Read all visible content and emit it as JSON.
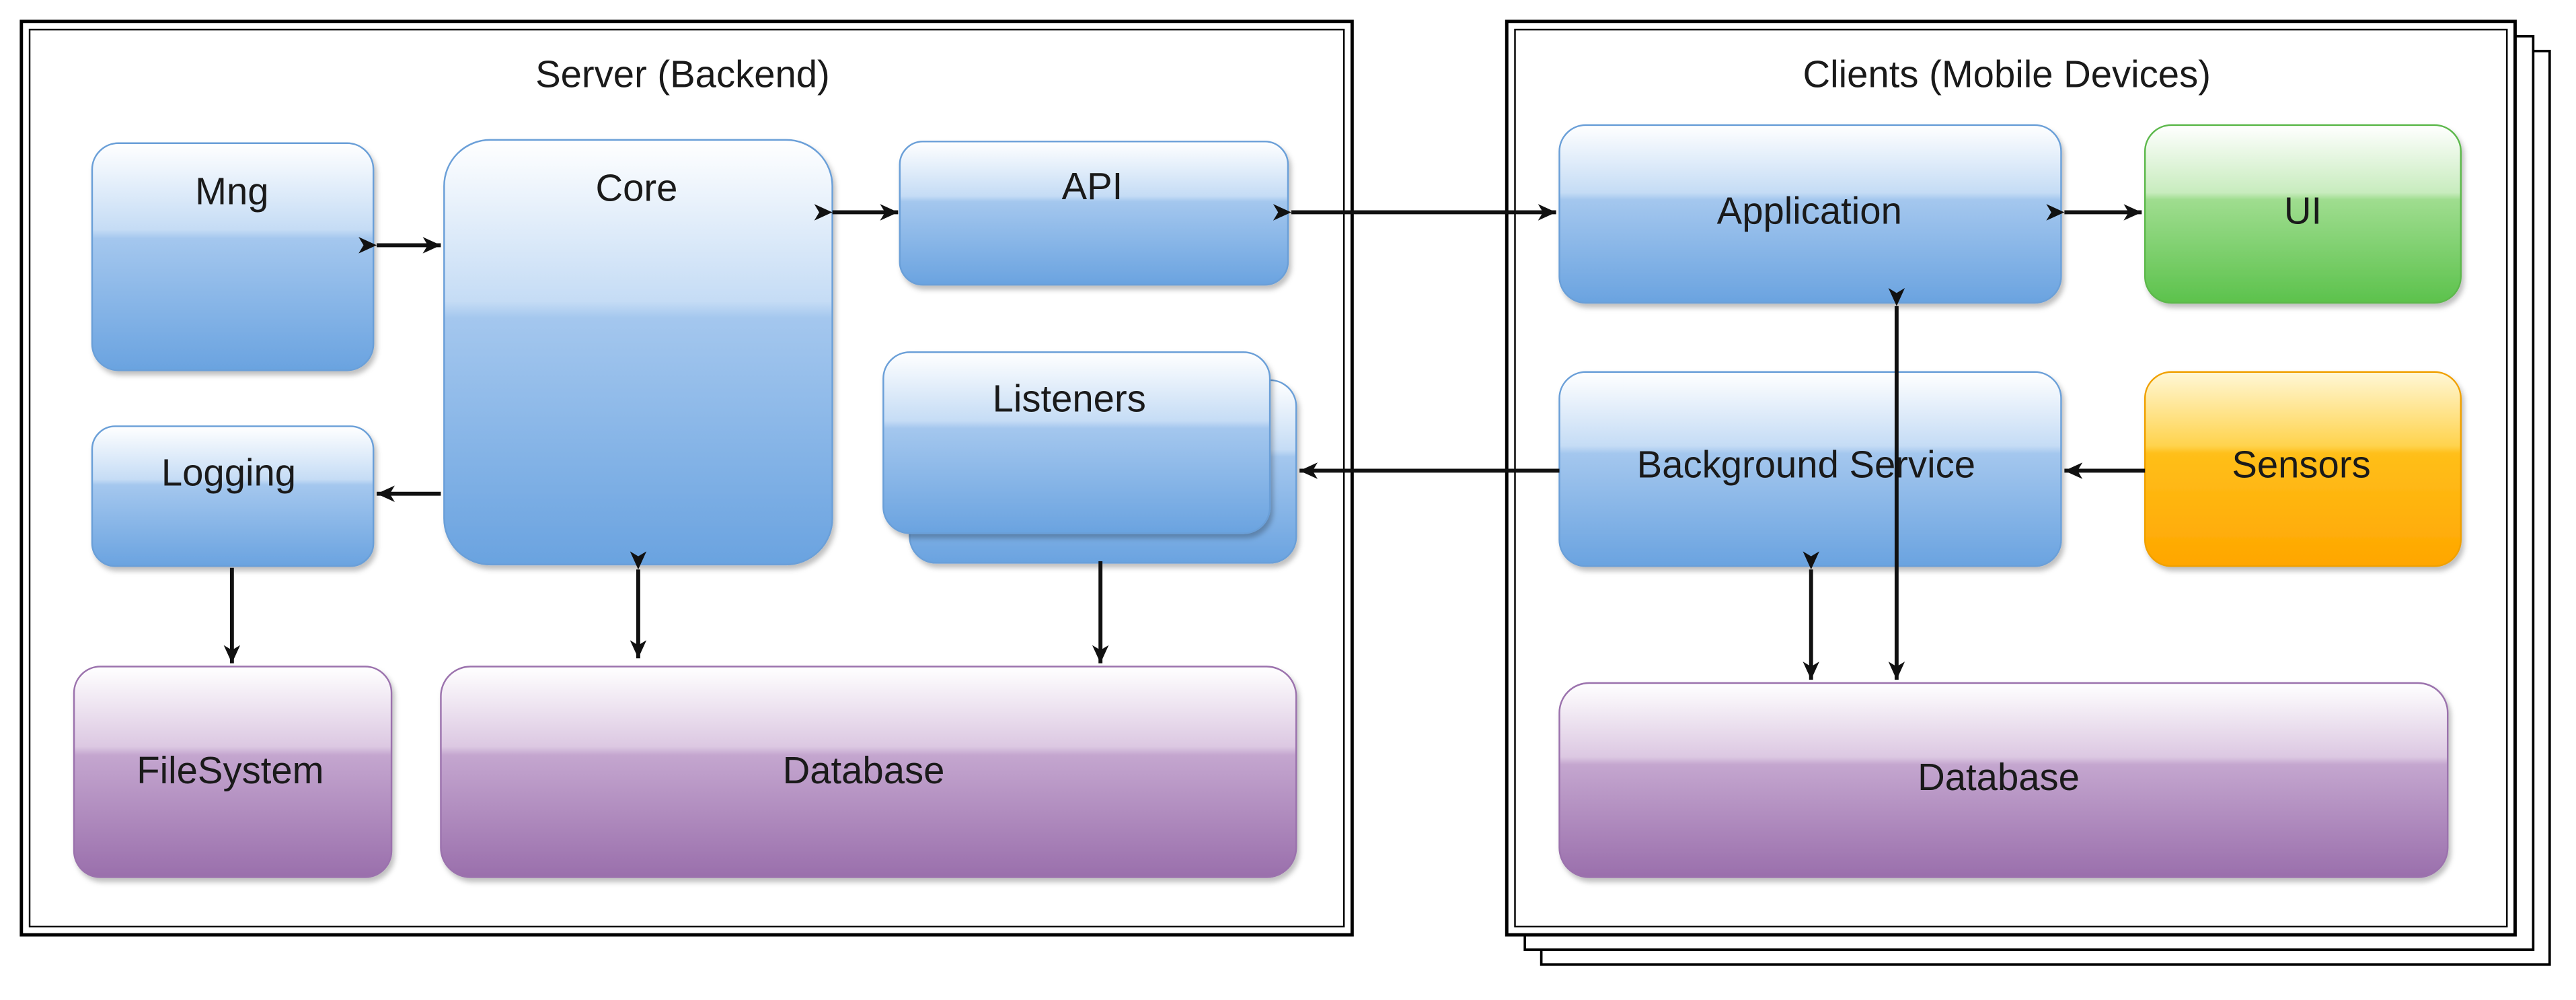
{
  "server": {
    "title": "Server (Backend)",
    "nodes": {
      "mng": "Mng",
      "core": "Core",
      "api": "API",
      "logging": "Logging",
      "listeners": "Listeners",
      "filesystem": "FileSystem",
      "database": "Database"
    }
  },
  "clients": {
    "title": "Clients (Mobile Devices)",
    "nodes": {
      "application": "Application",
      "ui": "UI",
      "background_service": "Background Service",
      "sensors": "Sensors",
      "database": "Database"
    }
  },
  "colors": {
    "blue": "#7fb2e6",
    "green": "#7ed36f",
    "orange": "#ffb300",
    "purple": "#a87fb5",
    "frame": "#000000"
  }
}
